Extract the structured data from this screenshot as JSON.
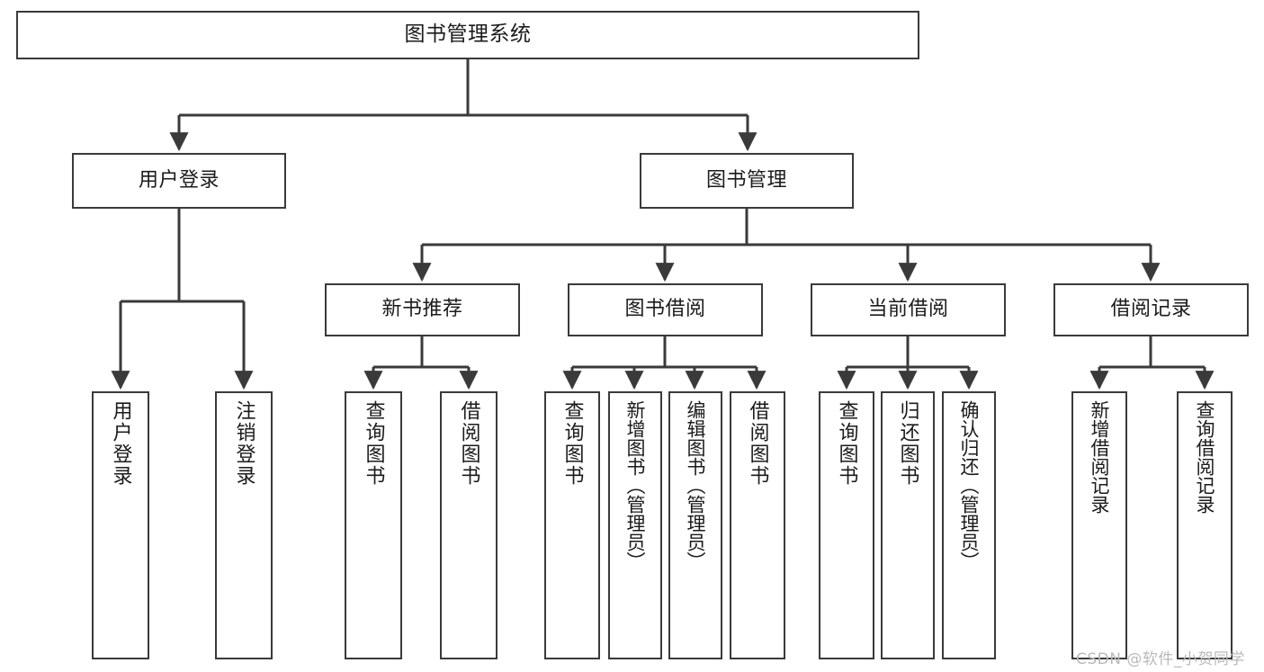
{
  "diagram": {
    "type": "tree",
    "title": "图书管理系统",
    "watermark": "CSDN @软件_小贺同学",
    "colors": {
      "border": "#3a3a3a",
      "background": "#ffffff",
      "text": "#1b1b1b",
      "watermark": "#b9b9b9"
    },
    "nodes": {
      "root": {
        "label": "图书管理系统"
      },
      "level2": [
        {
          "id": "user-login",
          "label": "用户登录"
        },
        {
          "id": "book-management",
          "label": "图书管理"
        }
      ],
      "level3": [
        {
          "id": "new-book-recommend",
          "label": "新书推荐"
        },
        {
          "id": "book-borrow",
          "label": "图书借阅"
        },
        {
          "id": "current-borrow",
          "label": "当前借阅"
        },
        {
          "id": "borrow-record",
          "label": "借阅记录"
        }
      ],
      "leaves": {
        "user_login": [
          {
            "id": "leaf-user-login",
            "label": "用户登录"
          },
          {
            "id": "leaf-logout-login",
            "label": "注销登录"
          }
        ],
        "new_book_recommend": [
          {
            "id": "leaf-query-book-1",
            "label": "查询图书"
          },
          {
            "id": "leaf-borrow-book-1",
            "label": "借阅图书"
          }
        ],
        "book_borrow": [
          {
            "id": "leaf-query-book-2",
            "label": "查询图书"
          },
          {
            "id": "leaf-add-book",
            "label": "新增图书（管理员）"
          },
          {
            "id": "leaf-edit-book",
            "label": "编辑图书（管理员）"
          },
          {
            "id": "leaf-borrow-book-2",
            "label": "借阅图书"
          }
        ],
        "current_borrow": [
          {
            "id": "leaf-query-book-3",
            "label": "查询图书"
          },
          {
            "id": "leaf-return-book",
            "label": "归还图书"
          },
          {
            "id": "leaf-confirm-return",
            "label": "确认归还（管理员）"
          }
        ],
        "borrow_record": [
          {
            "id": "leaf-add-borrow-record",
            "label": "新增借阅记录"
          },
          {
            "id": "leaf-query-borrow-record",
            "label": "查询借阅记录"
          }
        ]
      }
    }
  }
}
